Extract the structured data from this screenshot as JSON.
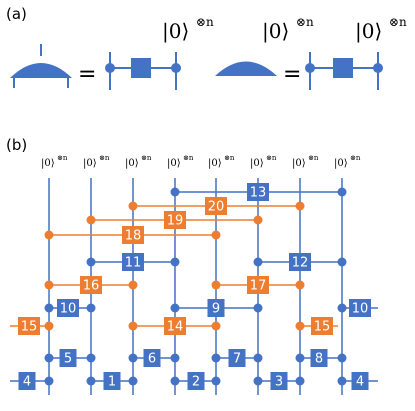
{
  "panel_a": {
    "label": "(a)",
    "equals": "=",
    "ket": "|0⟩",
    "power": "⊗n"
  },
  "panel_b": {
    "label": "(b)",
    "ket": "|0⟩",
    "power": "⊗n",
    "gates": [
      {
        "n": "1",
        "color": "blue"
      },
      {
        "n": "2",
        "color": "blue"
      },
      {
        "n": "3",
        "color": "blue"
      },
      {
        "n": "4",
        "color": "blue"
      },
      {
        "n": "4",
        "color": "blue"
      },
      {
        "n": "5",
        "color": "blue"
      },
      {
        "n": "6",
        "color": "blue"
      },
      {
        "n": "7",
        "color": "blue"
      },
      {
        "n": "8",
        "color": "blue"
      },
      {
        "n": "9",
        "color": "blue"
      },
      {
        "n": "10",
        "color": "blue"
      },
      {
        "n": "10",
        "color": "blue"
      },
      {
        "n": "11",
        "color": "blue"
      },
      {
        "n": "12",
        "color": "blue"
      },
      {
        "n": "13",
        "color": "blue"
      },
      {
        "n": "14",
        "color": "orange"
      },
      {
        "n": "15",
        "color": "orange"
      },
      {
        "n": "15",
        "color": "orange"
      },
      {
        "n": "16",
        "color": "orange"
      },
      {
        "n": "17",
        "color": "orange"
      },
      {
        "n": "18",
        "color": "orange"
      },
      {
        "n": "19",
        "color": "orange"
      },
      {
        "n": "20",
        "color": "orange"
      }
    ]
  },
  "colors": {
    "blue": "#4472c4",
    "orange": "#ed7d31"
  }
}
